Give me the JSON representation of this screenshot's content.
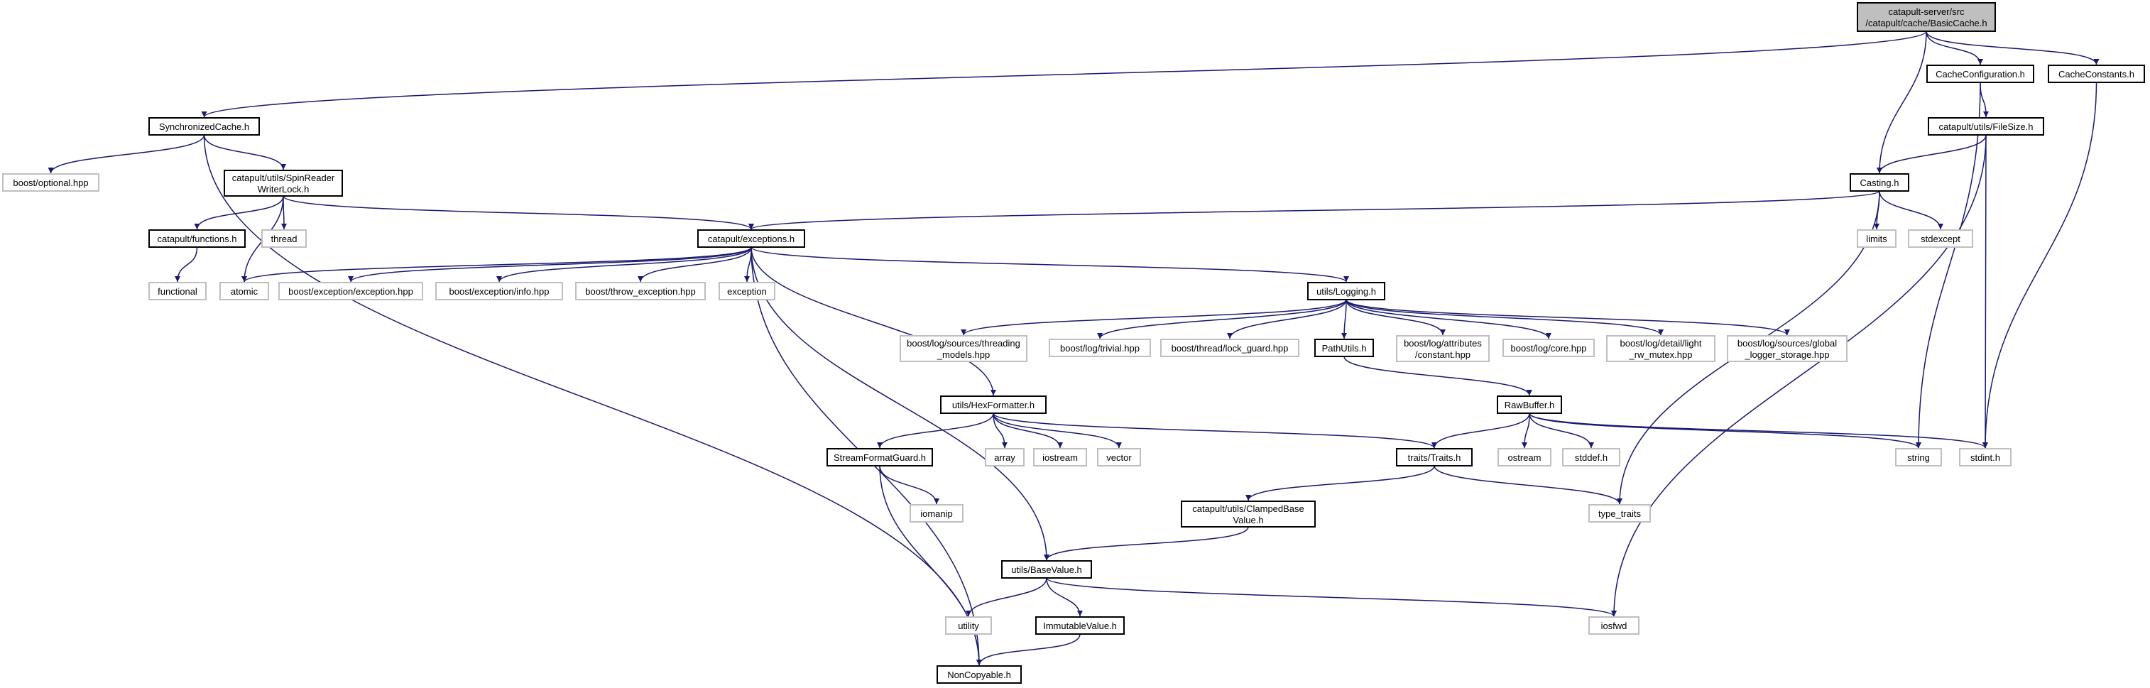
{
  "colors": {
    "edge": "#191970",
    "root_fill": "#bfbfbf",
    "node_border": "#000000",
    "external_border": "#bfbfbf",
    "background": "#ffffff"
  },
  "nodes": [
    {
      "id": "basiccache",
      "lines": [
        "catapult-server/src",
        "/catapult/cache/BasicCache.h"
      ],
      "kind": "root"
    },
    {
      "id": "synccache",
      "lines": [
        "SynchronizedCache.h"
      ],
      "kind": "file"
    },
    {
      "id": "cacheconfig",
      "lines": [
        "CacheConfiguration.h"
      ],
      "kind": "file"
    },
    {
      "id": "cacheconst",
      "lines": [
        "CacheConstants.h"
      ],
      "kind": "file"
    },
    {
      "id": "boostoptional",
      "lines": [
        "boost/optional.hpp"
      ],
      "kind": "external"
    },
    {
      "id": "spinlock",
      "lines": [
        "catapult/utils/SpinReader",
        "WriterLock.h"
      ],
      "kind": "file"
    },
    {
      "id": "filesize",
      "lines": [
        "catapult/utils/FileSize.h"
      ],
      "kind": "file"
    },
    {
      "id": "casting",
      "lines": [
        "Casting.h"
      ],
      "kind": "file"
    },
    {
      "id": "functions",
      "lines": [
        "catapult/functions.h"
      ],
      "kind": "file"
    },
    {
      "id": "thread",
      "lines": [
        "thread"
      ],
      "kind": "external"
    },
    {
      "id": "exceptions",
      "lines": [
        "catapult/exceptions.h"
      ],
      "kind": "file"
    },
    {
      "id": "limits",
      "lines": [
        "limits"
      ],
      "kind": "external"
    },
    {
      "id": "stdexcept",
      "lines": [
        "stdexcept"
      ],
      "kind": "external"
    },
    {
      "id": "functional",
      "lines": [
        "functional"
      ],
      "kind": "external"
    },
    {
      "id": "atomic",
      "lines": [
        "atomic"
      ],
      "kind": "external"
    },
    {
      "id": "boostexc",
      "lines": [
        "boost/exception/exception.hpp"
      ],
      "kind": "external"
    },
    {
      "id": "boostinfo",
      "lines": [
        "boost/exception/info.hpp"
      ],
      "kind": "external"
    },
    {
      "id": "boostthrow",
      "lines": [
        "boost/throw_exception.hpp"
      ],
      "kind": "external"
    },
    {
      "id": "exception",
      "lines": [
        "exception"
      ],
      "kind": "external"
    },
    {
      "id": "logging",
      "lines": [
        "utils/Logging.h"
      ],
      "kind": "file"
    },
    {
      "id": "threadingmodels",
      "lines": [
        "boost/log/sources/threading",
        "_models.hpp"
      ],
      "kind": "external"
    },
    {
      "id": "trivial",
      "lines": [
        "boost/log/trivial.hpp"
      ],
      "kind": "external"
    },
    {
      "id": "lockguard",
      "lines": [
        "boost/thread/lock_guard.hpp"
      ],
      "kind": "external"
    },
    {
      "id": "pathutils",
      "lines": [
        "PathUtils.h"
      ],
      "kind": "file"
    },
    {
      "id": "attrconst",
      "lines": [
        "boost/log/attributes",
        "/constant.hpp"
      ],
      "kind": "external"
    },
    {
      "id": "logcore",
      "lines": [
        "boost/log/core.hpp"
      ],
      "kind": "external"
    },
    {
      "id": "lightmutex",
      "lines": [
        "boost/log/detail/light",
        "_rw_mutex.hpp"
      ],
      "kind": "external"
    },
    {
      "id": "globallogger",
      "lines": [
        "boost/log/sources/global",
        "_logger_storage.hpp"
      ],
      "kind": "external"
    },
    {
      "id": "hexformatter",
      "lines": [
        "utils/HexFormatter.h"
      ],
      "kind": "file"
    },
    {
      "id": "rawbuffer",
      "lines": [
        "RawBuffer.h"
      ],
      "kind": "file"
    },
    {
      "id": "streamguard",
      "lines": [
        "StreamFormatGuard.h"
      ],
      "kind": "file"
    },
    {
      "id": "array",
      "lines": [
        "array"
      ],
      "kind": "external"
    },
    {
      "id": "iostream",
      "lines": [
        "iostream"
      ],
      "kind": "external"
    },
    {
      "id": "vector",
      "lines": [
        "vector"
      ],
      "kind": "external"
    },
    {
      "id": "traits",
      "lines": [
        "traits/Traits.h"
      ],
      "kind": "file"
    },
    {
      "id": "ostream",
      "lines": [
        "ostream"
      ],
      "kind": "external"
    },
    {
      "id": "stddef",
      "lines": [
        "stddef.h"
      ],
      "kind": "external"
    },
    {
      "id": "string",
      "lines": [
        "string"
      ],
      "kind": "external"
    },
    {
      "id": "stdint",
      "lines": [
        "stdint.h"
      ],
      "kind": "external"
    },
    {
      "id": "iomanip",
      "lines": [
        "iomanip"
      ],
      "kind": "external"
    },
    {
      "id": "clampedbase",
      "lines": [
        "catapult/utils/ClampedBase",
        "Value.h"
      ],
      "kind": "file"
    },
    {
      "id": "typetraits",
      "lines": [
        "type_traits"
      ],
      "kind": "external"
    },
    {
      "id": "basevalue",
      "lines": [
        "utils/BaseValue.h"
      ],
      "kind": "file"
    },
    {
      "id": "utility",
      "lines": [
        "utility"
      ],
      "kind": "external"
    },
    {
      "id": "immutable",
      "lines": [
        "ImmutableValue.h"
      ],
      "kind": "file"
    },
    {
      "id": "iosfwd",
      "lines": [
        "iosfwd"
      ],
      "kind": "external"
    },
    {
      "id": "noncopyable",
      "lines": [
        "NonCopyable.h"
      ],
      "kind": "file"
    }
  ],
  "edges": [
    [
      "basiccache",
      "synccache"
    ],
    [
      "basiccache",
      "casting"
    ],
    [
      "basiccache",
      "cacheconfig"
    ],
    [
      "basiccache",
      "cacheconst"
    ],
    [
      "synccache",
      "boostoptional"
    ],
    [
      "synccache",
      "spinlock"
    ],
    [
      "synccache",
      "noncopyable"
    ],
    [
      "spinlock",
      "functions"
    ],
    [
      "spinlock",
      "thread"
    ],
    [
      "spinlock",
      "atomic"
    ],
    [
      "spinlock",
      "exceptions"
    ],
    [
      "functions",
      "functional"
    ],
    [
      "cacheconfig",
      "filesize"
    ],
    [
      "cacheconfig",
      "string"
    ],
    [
      "cacheconst",
      "stdint"
    ],
    [
      "filesize",
      "casting"
    ],
    [
      "filesize",
      "stdint"
    ],
    [
      "filesize",
      "iosfwd"
    ],
    [
      "casting",
      "exceptions"
    ],
    [
      "casting",
      "limits"
    ],
    [
      "casting",
      "stdexcept"
    ],
    [
      "casting",
      "typetraits"
    ],
    [
      "exceptions",
      "atomic"
    ],
    [
      "exceptions",
      "boostexc"
    ],
    [
      "exceptions",
      "boostinfo"
    ],
    [
      "exceptions",
      "boostthrow"
    ],
    [
      "exceptions",
      "exception"
    ],
    [
      "exceptions",
      "logging"
    ],
    [
      "exceptions",
      "hexformatter"
    ],
    [
      "exceptions",
      "basevalue"
    ],
    [
      "exceptions",
      "noncopyable"
    ],
    [
      "logging",
      "threadingmodels"
    ],
    [
      "logging",
      "trivial"
    ],
    [
      "logging",
      "lockguard"
    ],
    [
      "logging",
      "pathutils"
    ],
    [
      "logging",
      "attrconst"
    ],
    [
      "logging",
      "logcore"
    ],
    [
      "logging",
      "lightmutex"
    ],
    [
      "logging",
      "globallogger"
    ],
    [
      "pathutils",
      "rawbuffer"
    ],
    [
      "rawbuffer",
      "traits"
    ],
    [
      "rawbuffer",
      "ostream"
    ],
    [
      "rawbuffer",
      "stddef"
    ],
    [
      "rawbuffer",
      "string"
    ],
    [
      "rawbuffer",
      "stdint"
    ],
    [
      "hexformatter",
      "streamguard"
    ],
    [
      "hexformatter",
      "array"
    ],
    [
      "hexformatter",
      "iostream"
    ],
    [
      "hexformatter",
      "vector"
    ],
    [
      "hexformatter",
      "traits"
    ],
    [
      "streamguard",
      "iomanip"
    ],
    [
      "streamguard",
      "noncopyable"
    ],
    [
      "traits",
      "clampedbase"
    ],
    [
      "traits",
      "typetraits"
    ],
    [
      "clampedbase",
      "basevalue"
    ],
    [
      "basevalue",
      "utility"
    ],
    [
      "basevalue",
      "immutable"
    ],
    [
      "basevalue",
      "iosfwd"
    ],
    [
      "immutable",
      "noncopyable"
    ]
  ]
}
